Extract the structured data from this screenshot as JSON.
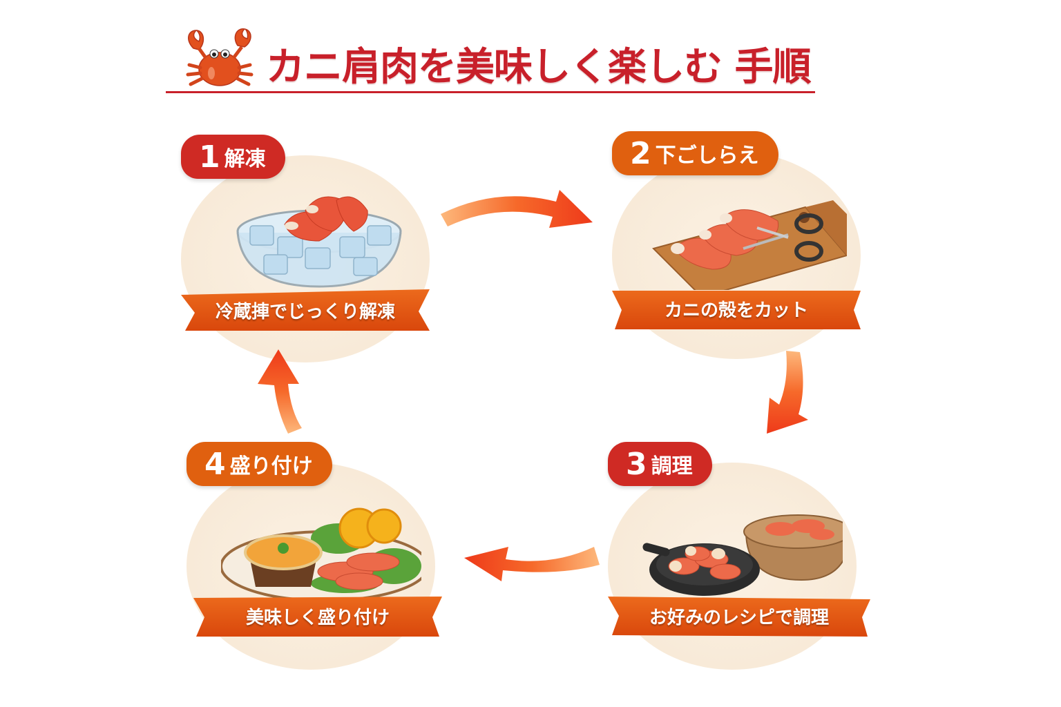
{
  "title": {
    "text": "カニ肩肉を美味しく楽しむ 手順",
    "icon": "crab-icon",
    "color": "#c8202a"
  },
  "steps": [
    {
      "number": "1",
      "label": "解凍",
      "caption": "冷蔵捙でじっくり解凍",
      "badge_color": "#cf2a24",
      "illustration": "ice-bowl-with-crab"
    },
    {
      "number": "2",
      "label": "下ごしらえ",
      "caption": "カニの殻をカット",
      "badge_color": "#e0600f",
      "illustration": "cutting-board-scissors"
    },
    {
      "number": "3",
      "label": "調理",
      "caption": "お好みのレシピで調理",
      "badge_color": "#cf2a24",
      "illustration": "skillet-and-clay-pot"
    },
    {
      "number": "4",
      "label": "盛り付け",
      "caption": "美味しく盛り付け",
      "badge_color": "#e0600f",
      "illustration": "plated-crab-gratin"
    }
  ],
  "arrows": [
    {
      "from": "1",
      "to": "2",
      "direction": "right"
    },
    {
      "from": "2",
      "to": "3",
      "direction": "down"
    },
    {
      "from": "3",
      "to": "4",
      "direction": "left"
    },
    {
      "from": "4",
      "to": "1",
      "direction": "up"
    }
  ],
  "colors": {
    "banner": "#e25510",
    "arrow_start": "#fdb87c",
    "arrow_end": "#ee3a1a",
    "circle_bg": "#f8ead8"
  }
}
